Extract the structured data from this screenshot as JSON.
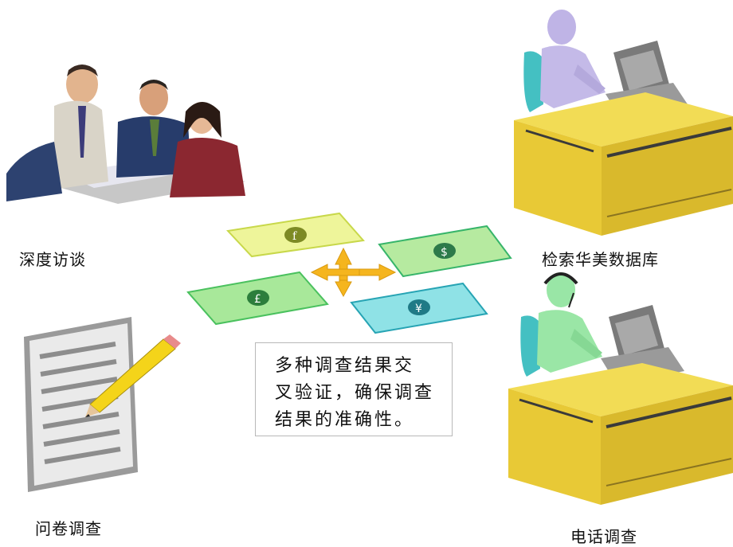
{
  "labels": {
    "interview": "深度访谈",
    "database": "检索华美数据库",
    "questionnaire": "问卷调查",
    "phone": "电话调查"
  },
  "note": {
    "line1": "多种调查结果交",
    "line2": "叉验证，确保调查",
    "line3": "结果的准确性。"
  },
  "bills": [
    {
      "name": "bill-yellow",
      "symbol": "f",
      "color": "#eef59a"
    },
    {
      "name": "bill-green-top",
      "symbol": "$",
      "color": "#b6eaa0"
    },
    {
      "name": "bill-green-left",
      "symbol": "£",
      "color": "#a8e89a"
    },
    {
      "name": "bill-cyan",
      "symbol": "¥",
      "color": "#8fe2e6"
    }
  ]
}
